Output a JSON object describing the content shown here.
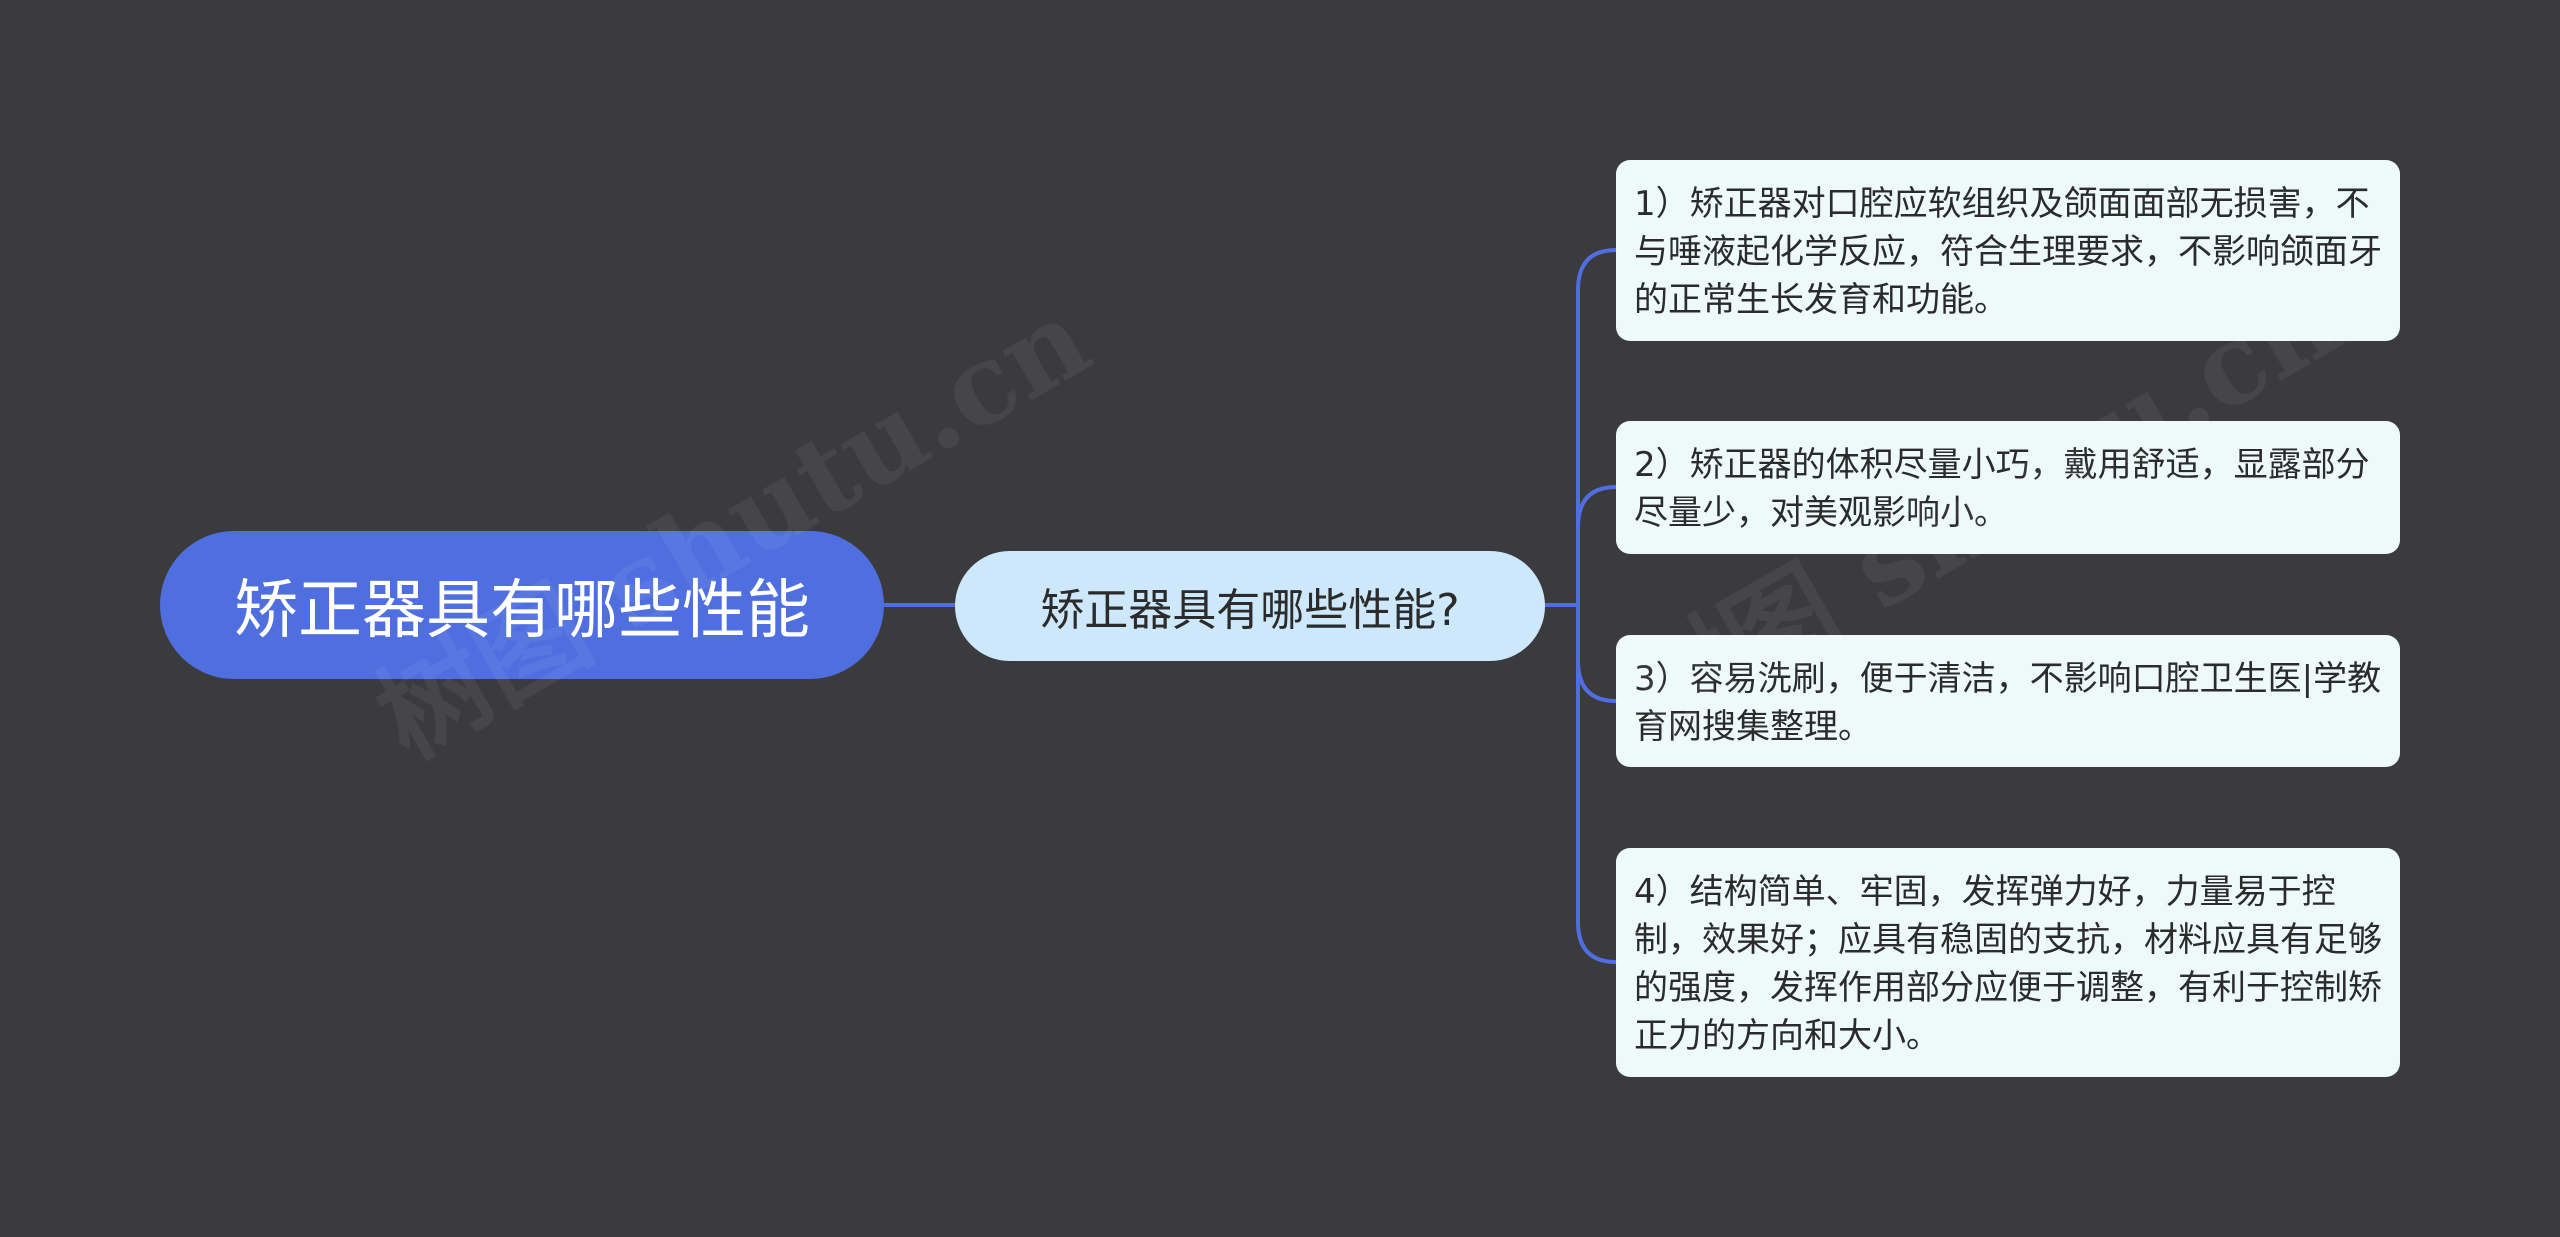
{
  "root": {
    "label": "矫正器具有哪些性能"
  },
  "branch": {
    "label": "矫正器具有哪些性能?"
  },
  "leaves": [
    {
      "text": "1）矫正器对口腔应软组织及颌面面部无损害，不与唾液起化学反应，符合生理要求，不影响颌面牙的正常生长发育和功能。"
    },
    {
      "text": "2）矫正器的体积尽量小巧，戴用舒适，显露部分尽量少，对美观影响小。"
    },
    {
      "text": "3）容易洗刷，便于清洁，不影响口腔卫生医|学教育网搜集整理。"
    },
    {
      "text": "4）结构简单、牢固，发挥弹力好，力量易于控制，效果好；应具有稳固的支抗，材料应具有足够的强度，发挥作用部分应便于调整，有利于控制矫正力的方向和大小。"
    }
  ],
  "watermark": {
    "text": "树图 shutu.cn"
  },
  "colors": {
    "background": "#3b3a3d",
    "root_fill": "#4f6fe0",
    "branch_fill": "#cde8fa",
    "leaf_fill": "#eefafa",
    "connector": "#4f6fe0"
  }
}
